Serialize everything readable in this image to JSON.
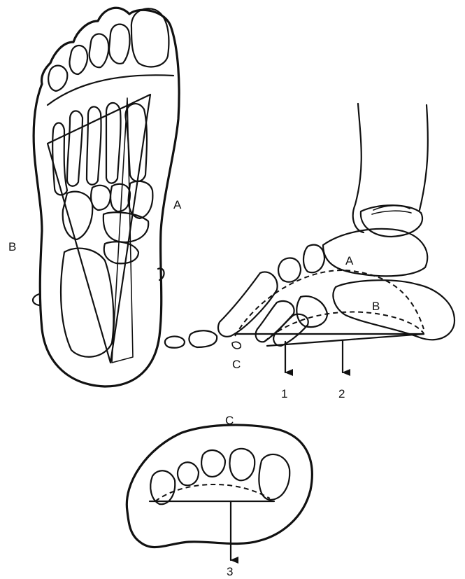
{
  "colors": {
    "ink": "#111111",
    "background": "#ffffff"
  },
  "plantar_view": {
    "label_a": "A",
    "label_b": "B"
  },
  "medial_view": {
    "label_a": "A",
    "label_b": "B",
    "label_c": "C",
    "arrow_1": "1",
    "arrow_2": "2"
  },
  "cross_section": {
    "label_c": "C",
    "arrow_3": "3"
  }
}
